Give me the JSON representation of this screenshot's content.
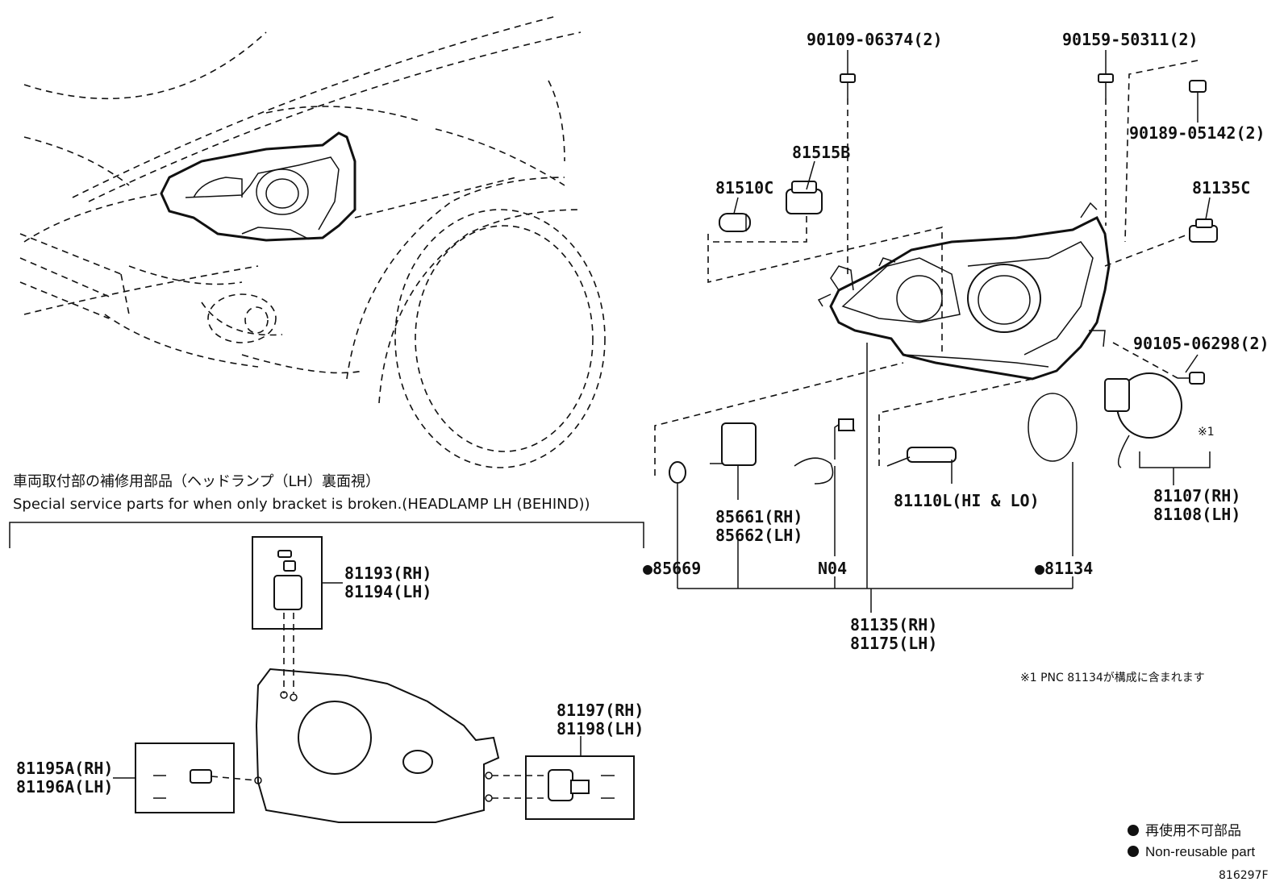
{
  "diagram": {
    "id_code": "816297F",
    "note_jp": "車両取付部の補修用部品（ヘッドランプ（LH）裏面視）",
    "note_en": "Special service parts for when only bracket is broken.(HEADLAMP LH (BEHIND))",
    "footnote": "※1  PNC 81134が構成に含まれます",
    "legend": {
      "jp": "再使用不可部品",
      "en": "Non-reusable part"
    },
    "labels": {
      "p90109": "90109-06374(2)",
      "p90159": "90159-50311(2)",
      "p90189": "90189-05142(2)",
      "p81515B": "81515B",
      "p81510C": "81510C",
      "p81135C": "81135C",
      "p90105": "90105-06298(2)",
      "mark1": "※1",
      "p81107": "81107(RH)",
      "p81108": "81108(LH)",
      "p81110L": "81110L(HI & LO)",
      "p85661": "85661(RH)",
      "p85662": "85662(LH)",
      "p85669": "●85669",
      "pN04": "N04",
      "p81134": "●81134",
      "p81135": "81135(RH)",
      "p81175": "81175(LH)",
      "p81193": "81193(RH)",
      "p81194": "81194(LH)",
      "p81197": "81197(RH)",
      "p81198": "81198(LH)",
      "p81195A": "81195A(RH)",
      "p81196A": "81196A(LH)"
    }
  }
}
